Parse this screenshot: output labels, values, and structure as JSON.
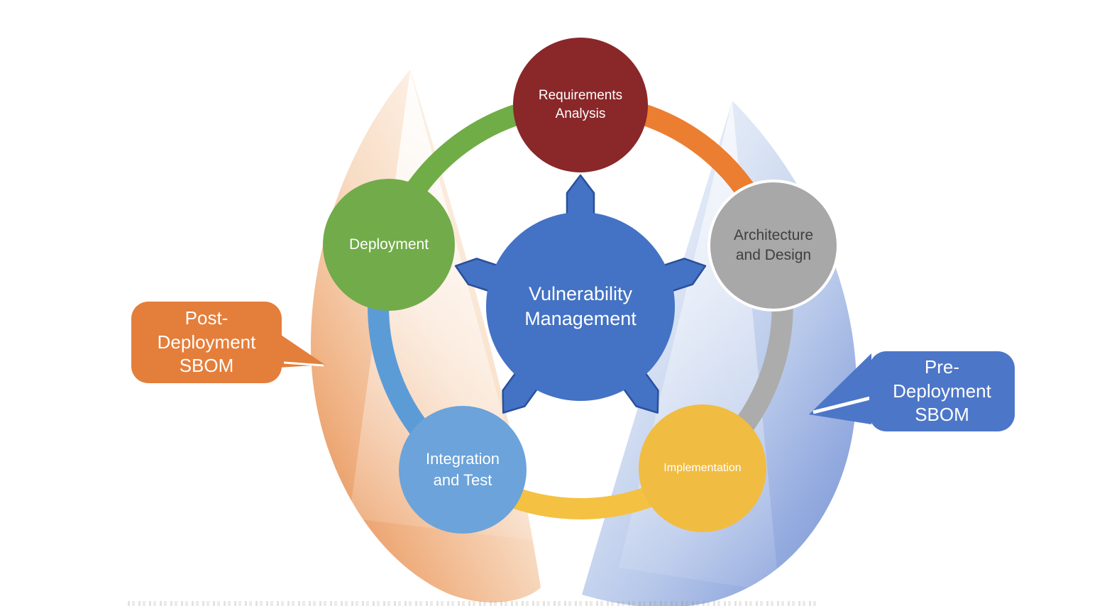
{
  "diagram": {
    "title_context": "Software development lifecycle vulnerability management cycle",
    "center": {
      "label": "Vulnerability\nManagement",
      "color": "#4472C4",
      "text_color": "#FFFFFF"
    },
    "nodes": [
      {
        "id": "requirements-analysis",
        "label": "Requirements\nAnalysis",
        "color": "#892729",
        "text_color": "#FFFFFF",
        "position": "top"
      },
      {
        "id": "architecture-and-design",
        "label": "Architecture\nand Design",
        "color": "#A8A8A8",
        "border_color": "#FFFFFF",
        "text_color": "#3F3F3F",
        "position": "upper-right"
      },
      {
        "id": "implementation",
        "label": "Implementation",
        "color": "#F1BC42",
        "text_color": "#FFFFFF",
        "position": "lower-right"
      },
      {
        "id": "integration-and-test",
        "label": "Integration\nand Test",
        "color": "#6BA3DA",
        "text_color": "#FFFFFF",
        "position": "lower-left"
      },
      {
        "id": "deployment",
        "label": "Deployment",
        "color": "#72AB4A",
        "text_color": "#FFFFFF",
        "position": "upper-left"
      }
    ],
    "arcs": [
      {
        "from": "deployment",
        "to": "requirements-analysis",
        "color": "#70AD47"
      },
      {
        "from": "requirements-analysis",
        "to": "architecture-and-design",
        "color": "#EC7E31"
      },
      {
        "from": "architecture-and-design",
        "to": "implementation",
        "color": "#ACACAC"
      },
      {
        "from": "implementation",
        "to": "integration-and-test",
        "color": "#F4C142"
      },
      {
        "from": "integration-and-test",
        "to": "deployment",
        "color": "#5C9CD6"
      }
    ],
    "spokes": {
      "count": 5,
      "color": "#4472C4",
      "outline_color": "#2A4F9B"
    },
    "callouts": [
      {
        "id": "post-deployment-sbom",
        "label": "Post-\nDeployment\nSBOM",
        "color": "#E47E3B",
        "text_color": "#FFFFFF",
        "points_to": "left lifecycle half (deployment / integration and test)"
      },
      {
        "id": "pre-deployment-sbom",
        "label": "Pre-\nDeployment\nSBOM",
        "color": "#4C76C8",
        "text_color": "#FFFFFF",
        "points_to": "right lifecycle half (architecture / implementation)"
      }
    ],
    "background_shapes": [
      {
        "id": "petal-left",
        "gradient": [
          "#DD8040",
          "#FEFBF8"
        ],
        "description": "orange-peach gradient petal behind left half"
      },
      {
        "id": "petal-right",
        "gradient": [
          "#F4F7FC",
          "#7E99D6"
        ],
        "description": "light blue gradient petal behind right half"
      }
    ]
  }
}
